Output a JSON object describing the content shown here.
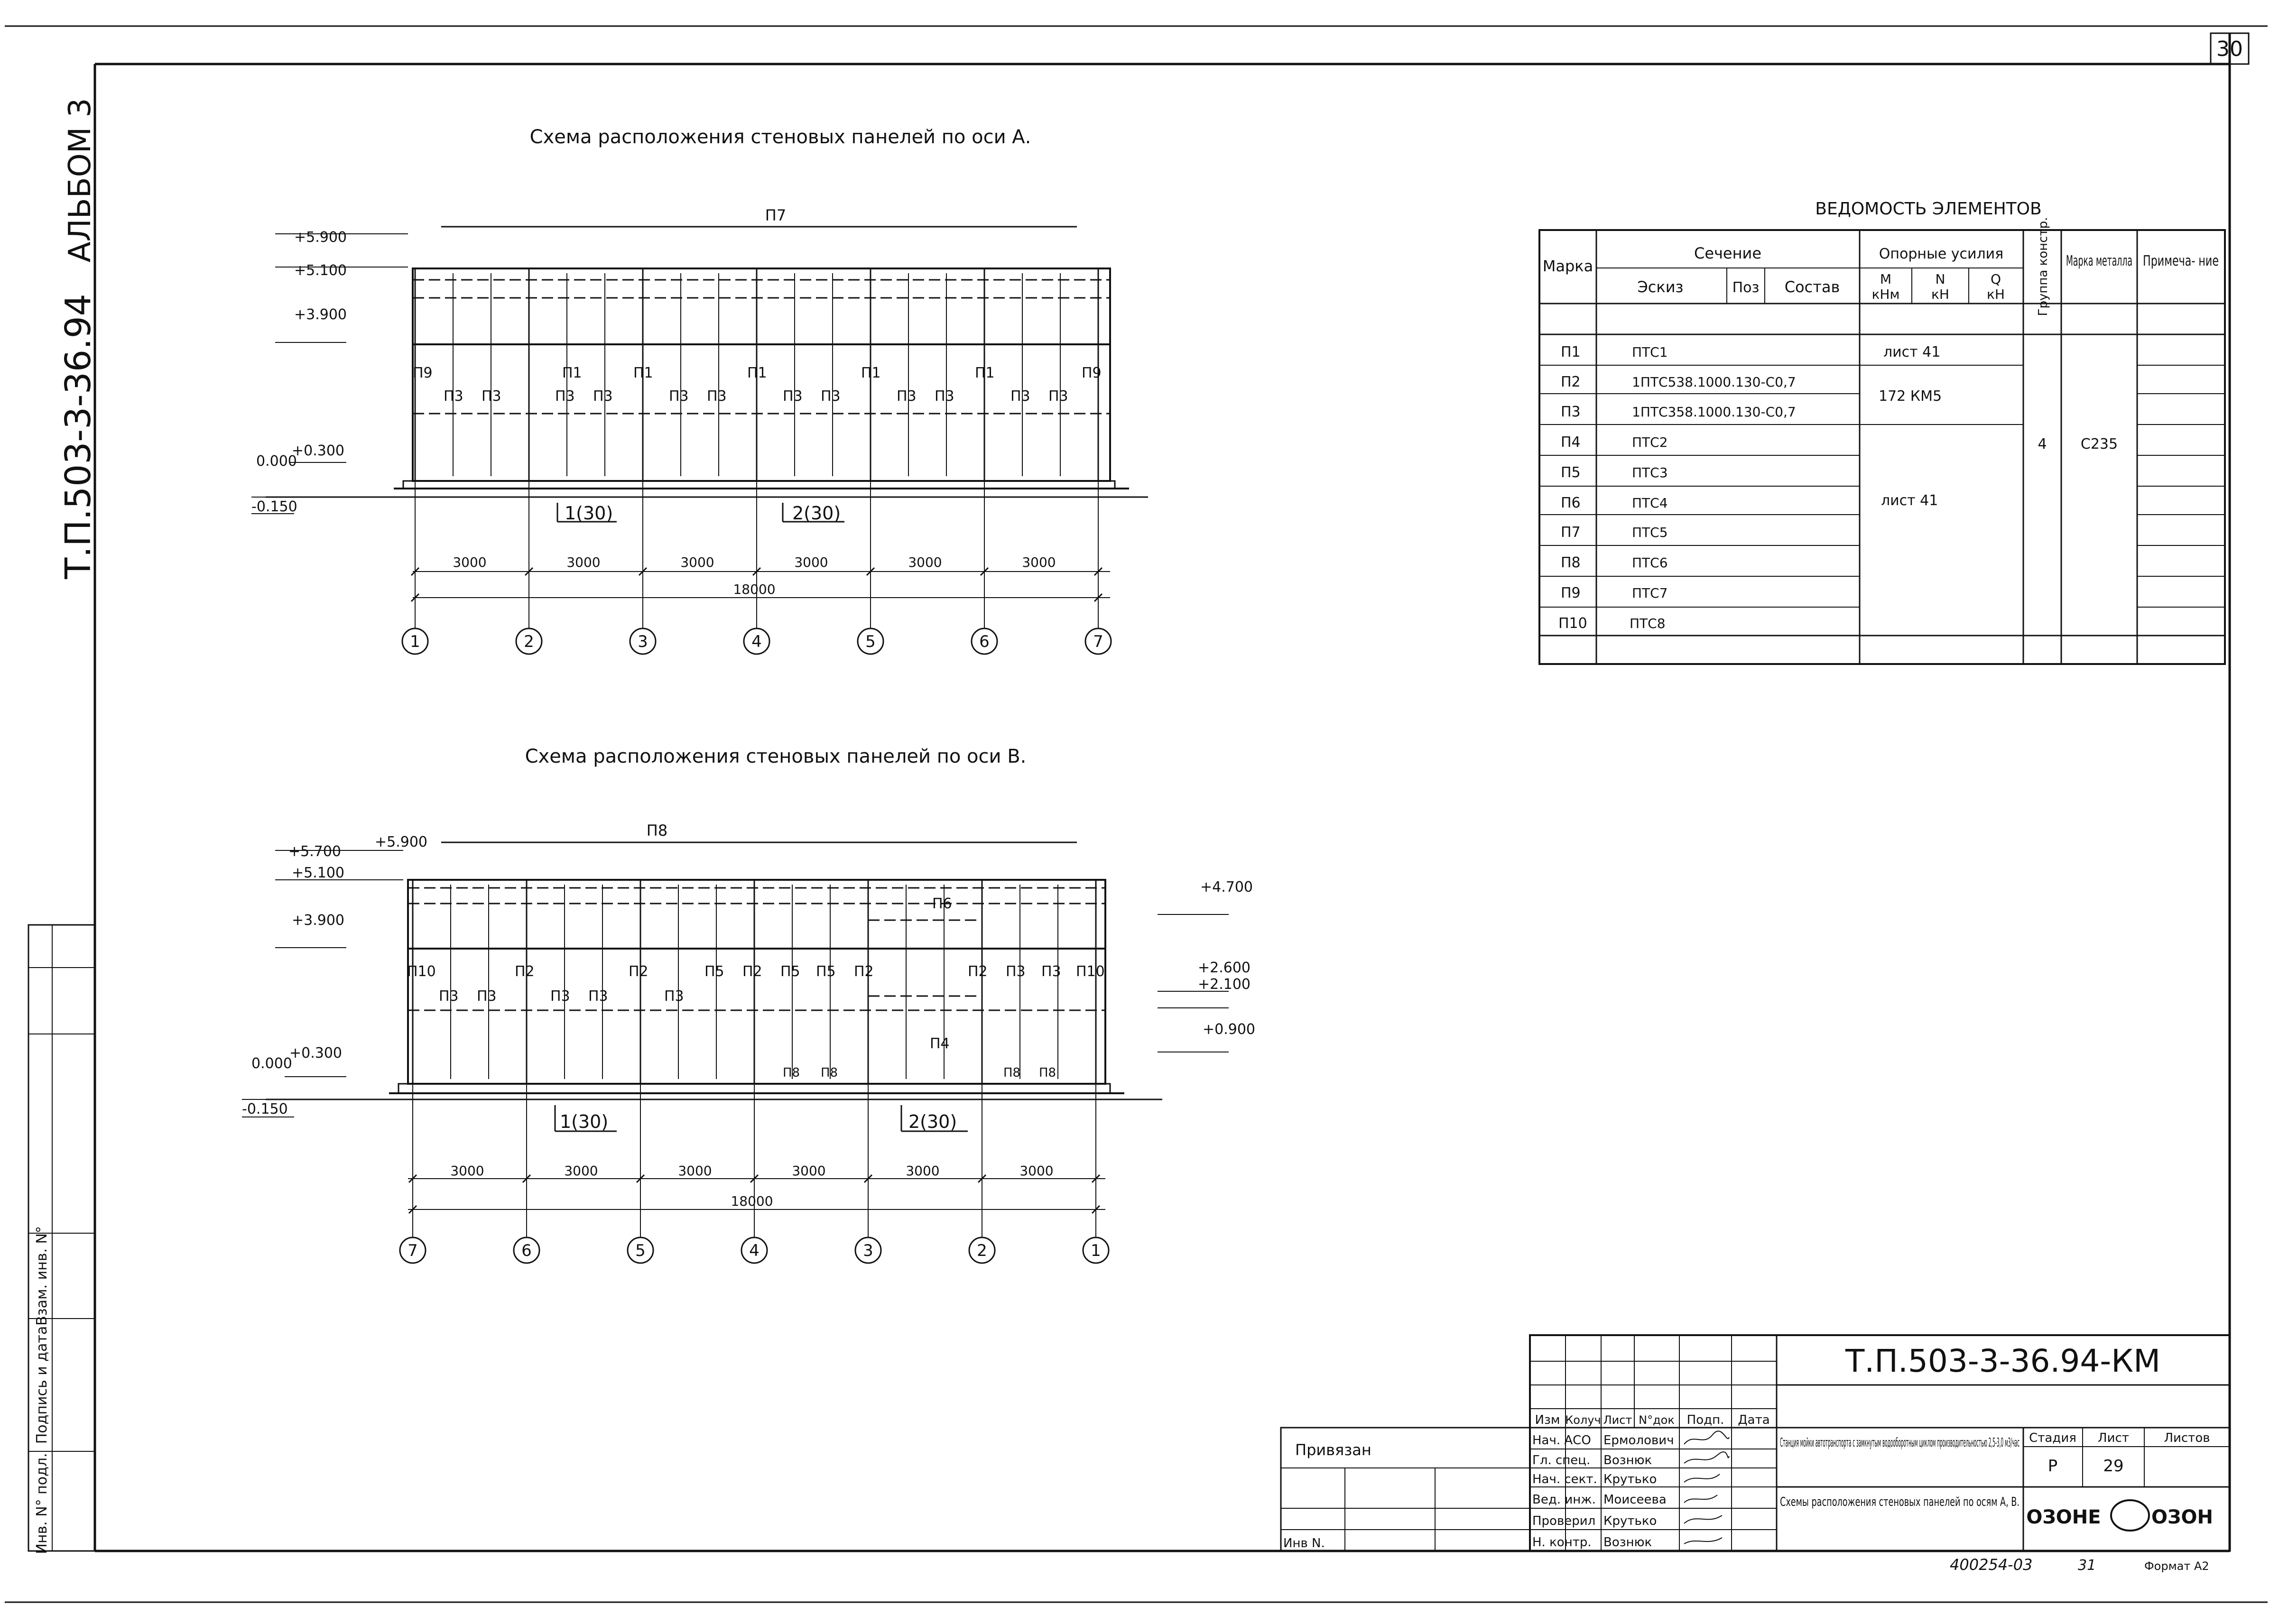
{
  "sheet": {
    "number": "30",
    "album": "АЛЬБОМ 3",
    "side_code": "Т.П.503-3-36.94",
    "stamp_labels": [
      "Инв. N° подл.",
      "Подпись и дата",
      "Взам. инв. N°"
    ]
  },
  "scheme_a": {
    "title": "Схема  расположения  стеновых  панелей  по  оси  А.",
    "roof_panel": "П7",
    "levels": [
      "+5.900",
      "+5.100",
      "+3.900",
      "+0.300",
      "0.000",
      "-0.150"
    ],
    "upper_labels": [
      "П9",
      "П1",
      "П1",
      "П1",
      "П1",
      "П1",
      "П9"
    ],
    "lower_labels": [
      "П3",
      "П3",
      "П3",
      "П3",
      "П3",
      "П3",
      "П3",
      "П3",
      "П3",
      "П3",
      "П3",
      "П3"
    ],
    "sections": [
      "1(30)",
      "2(30)"
    ],
    "spans": [
      "3000",
      "3000",
      "3000",
      "3000",
      "3000",
      "3000"
    ],
    "total": "18000",
    "axes": [
      "1",
      "2",
      "3",
      "4",
      "5",
      "6",
      "7"
    ]
  },
  "scheme_b": {
    "title": "Схема  расположения  стеновых  панелей  по  оси  В.",
    "roof_panel": "П8",
    "levels_left": [
      "+5.700",
      "+5.900",
      "+5.100",
      "+3.900",
      "+0.300",
      "0.000",
      "-0.150"
    ],
    "levels_right": [
      "+4.700",
      "+2.600",
      "+2.100",
      "+0.900"
    ],
    "upper_labels": [
      "П10",
      "П2",
      "П2",
      "П5",
      "П2",
      "П2",
      "П2",
      "П10"
    ],
    "lower_labels": [
      "П3",
      "П3",
      "П3",
      "П3",
      "П3",
      "П5",
      "П5",
      "П3",
      "П3"
    ],
    "extra_labels": [
      "П6",
      "П4",
      "П8",
      "П8",
      "П8",
      "П8"
    ],
    "sections": [
      "1(30)",
      "2(30)"
    ],
    "spans": [
      "3000",
      "3000",
      "3000",
      "3000",
      "3000",
      "3000"
    ],
    "total": "18000",
    "axes": [
      "7",
      "6",
      "5",
      "4",
      "3",
      "2",
      "1"
    ]
  },
  "vedomost": {
    "title": "ВЕДОМОСТЬ  ЭЛЕМЕНТОВ",
    "headers": {
      "marka": "Марка",
      "sechenie": "Сечение",
      "eskiz": "Эскиз",
      "poz": "Поз",
      "sostav": "Состав",
      "usiliya": "Опорные  усилия",
      "m": "М",
      "m_unit": "кНм",
      "n": "N",
      "n_unit": "кН",
      "q": "Q",
      "q_unit": "кН",
      "gruppa": "Группа констр.",
      "marka_metalla": "Марка металла",
      "primechanie": "Примеча- ние"
    },
    "rows": [
      {
        "marka": "П1",
        "sostav": "ПТС1"
      },
      {
        "marka": "П2",
        "sostav": "1ПТС538.1000.130-С0,7"
      },
      {
        "marka": "П3",
        "sostav": "1ПТС358.1000.130-С0,7"
      },
      {
        "marka": "П4",
        "sostav": "ПТС2"
      },
      {
        "marka": "П5",
        "sostav": "ПТС3"
      },
      {
        "marka": "П6",
        "sostav": "ПТС4"
      },
      {
        "marka": "П7",
        "sostav": "ПТС5"
      },
      {
        "marka": "П8",
        "sostav": "ПТС6"
      },
      {
        "marka": "П9",
        "sostav": "ПТС7"
      },
      {
        "marka": "П10",
        "sostav": "ПТС8"
      }
    ],
    "merged": {
      "list41_top": "лист  41",
      "km5": "172  КМ5",
      "list41_bottom": "лист  41",
      "group": "4",
      "steel": "С235"
    }
  },
  "titleblock": {
    "doc_code": "Т.П.503-3-36.94-КМ",
    "privyazan": "Привязан",
    "inv": "Инв N.",
    "head_cols": [
      "Изм",
      "Колуч",
      "Лист",
      "N°док",
      "Подп.",
      "Дата"
    ],
    "roles": [
      "Нач. АСО",
      "Гл. спец.",
      "Нач. сект.",
      "Вед. инж.",
      "Проверил",
      "Н. контр."
    ],
    "names": [
      "Ермолович",
      "Вознюк",
      "Крутько",
      "Моисеева",
      "Крутько",
      "Вознюк"
    ],
    "project": "Станция мойки автотранспорта с замкнутым водооборотным циклом производительностью 2,5-3,0 м3/час",
    "drawing": "Схемы расположения стеновых панелей по осям А, В.",
    "stage_h": "Стадия",
    "sheet_h": "Лист",
    "sheets_h": "Листов",
    "stage": "Р",
    "sheet": "29",
    "org": "ОЗОНЕ",
    "bottom_code": "400254-03",
    "bottom_sheet": "31",
    "format": "Формат А2"
  }
}
